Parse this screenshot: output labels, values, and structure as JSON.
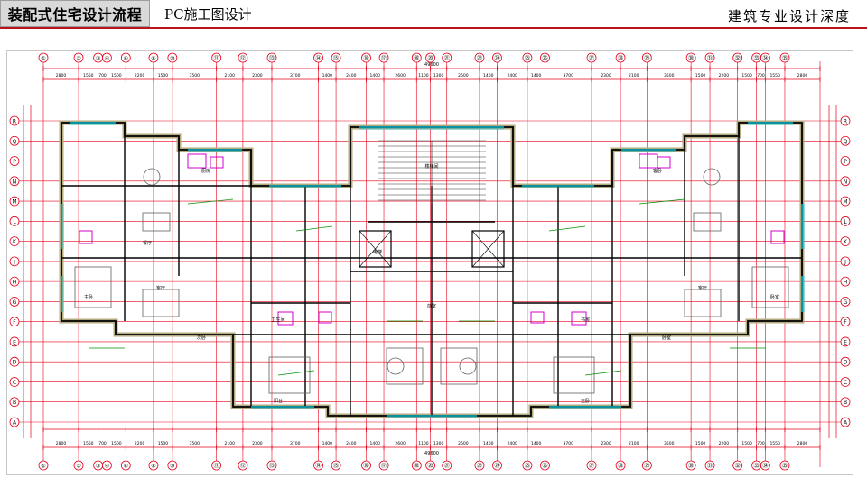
{
  "header": {
    "tag": "装配式住宅设计流程",
    "subtitle": "PC施工图设计",
    "right_title": "建筑专业设计深度"
  },
  "colors": {
    "accent_rule": "#b8141c",
    "tag_bg": "#d9d9d9",
    "dimension_lines": "#e8001a",
    "walls": "#000000",
    "wall_fill": "#b2aa80",
    "windows": "#00b4c8",
    "fixtures": "#d000d0",
    "annotations": "#009000"
  },
  "plan": {
    "top_dims": [
      "2800",
      "1550",
      "700",
      "1500",
      "2200",
      "1500",
      "3500",
      "2100",
      "2300",
      "3700",
      "1400",
      "2400",
      "1400",
      "2600",
      "1100",
      "1300",
      "2600",
      "1400",
      "2400",
      "1400",
      "3700",
      "2300",
      "2100",
      "3500",
      "1500",
      "2200",
      "1500",
      "700",
      "1550",
      "2800"
    ],
    "total_dim": "49600",
    "grid_labels": [
      "①",
      "②",
      "③",
      "④",
      "⑥",
      "⑧",
      "⑩",
      "⑪",
      "⑫",
      "⑬",
      "⑭",
      "⑮",
      "⑯",
      "⑰",
      "⑱",
      "⑳",
      "㉑",
      "㉒",
      "㉔",
      "㉕",
      "㉖",
      "㉗",
      "㉘",
      "㉙",
      "㉚",
      "㉛",
      "㉜",
      "㉝",
      "㉞",
      "㉟"
    ],
    "row_labels": [
      "R",
      "Q",
      "P",
      "N",
      "M",
      "L",
      "K",
      "J",
      "H",
      "G",
      "F",
      "E",
      "D",
      "C",
      "B",
      "A"
    ],
    "room_labels": [
      "餐厅",
      "客厅",
      "主卧",
      "次卧",
      "厨房",
      "卫生间",
      "阳台",
      "楼梯间",
      "电梯",
      "前室",
      "书房",
      "客厅",
      "卧室",
      "卧室",
      "客卧",
      "主卧"
    ]
  }
}
